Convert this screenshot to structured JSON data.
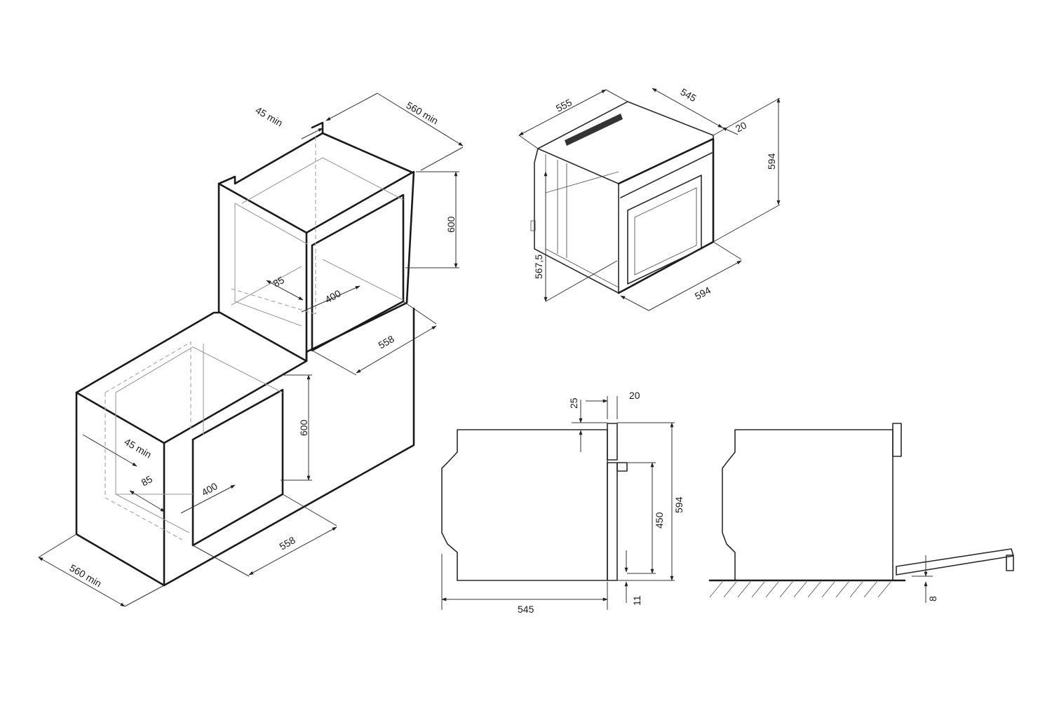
{
  "dimensions": {
    "top_cabinet": {
      "vent_depth": "45 min",
      "width_min": "560 min",
      "height": "600",
      "floor_depth": "85",
      "floor_width": "400",
      "opening_width": "558"
    },
    "bottom_cabinet": {
      "vent_depth": "45 min",
      "width_min": "560 min",
      "height": "600",
      "floor_depth": "85",
      "floor_width": "400",
      "opening_width": "558"
    },
    "oven_iso": {
      "depth_body": "555",
      "depth_total": "545",
      "panel_thickness": "20",
      "height": "594",
      "body_height": "567,5",
      "width": "594"
    },
    "side_view": {
      "top_offset": "25",
      "front_thickness": "20",
      "door_height": "450",
      "total_height": "594",
      "depth": "545",
      "bottom_offset": "11"
    },
    "side_view_open": {
      "door_gap": "8"
    }
  },
  "colors": {
    "line": "#1a1a1a",
    "inner_line": "#9a9a9a",
    "background": "#ffffff"
  }
}
